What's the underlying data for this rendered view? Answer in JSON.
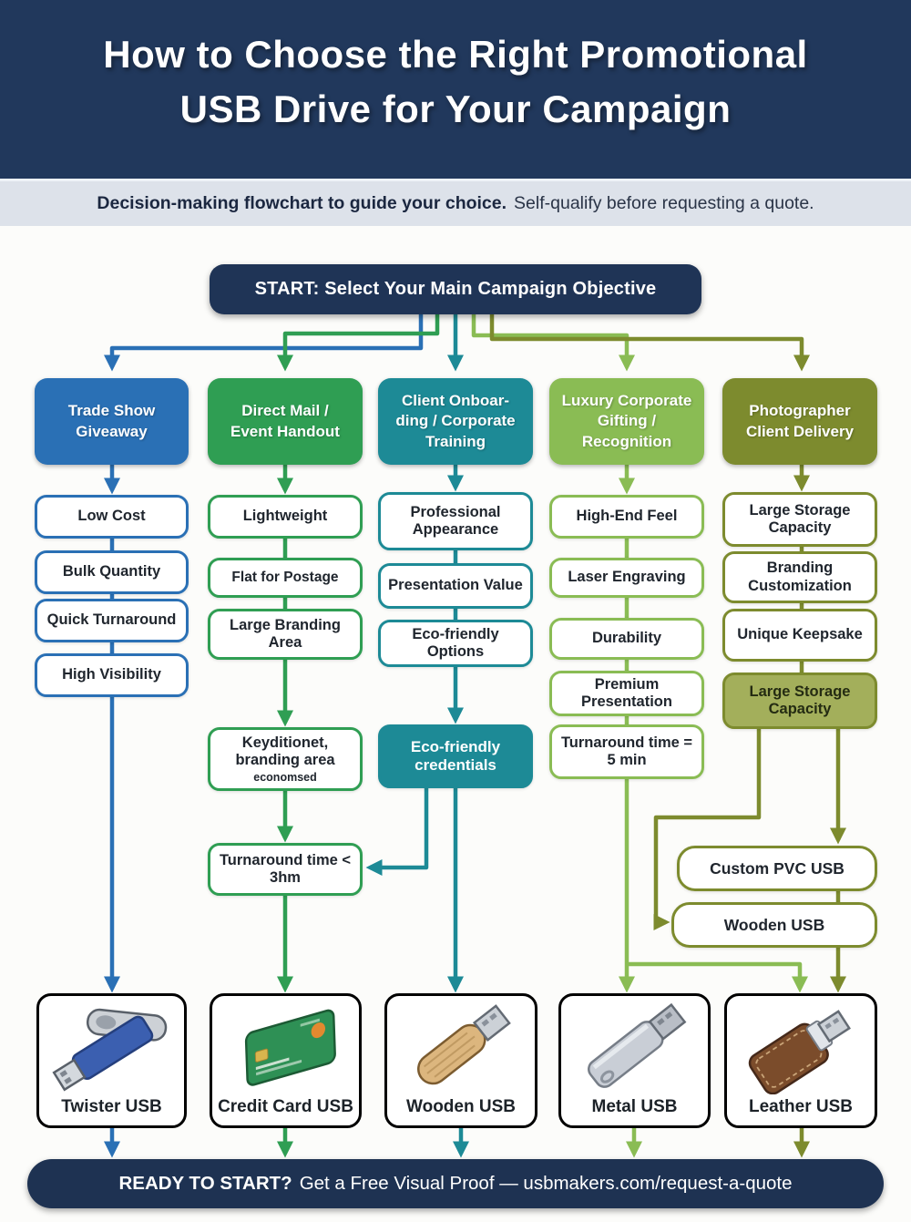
{
  "header": {
    "title_line1": "How to Choose the Right Promotional",
    "title_line2": "USB Drive for Your Campaign"
  },
  "subtitle": {
    "bold": "Decision-making flowchart to guide your choice.",
    "regular": "Self-qualify before requesting a quote."
  },
  "start": {
    "label": "START: Select Your Main Campaign Objective"
  },
  "colors": {
    "navy": "#21385c",
    "blue": "#2a70b5",
    "green": "#2f9e53",
    "teal": "#1d8a96",
    "light_green": "#8abc54",
    "olive": "#7d8b2e",
    "olive_fill": "#a3af5b"
  },
  "columns": [
    {
      "header_lines": [
        "Trade Show",
        "Giveaway"
      ],
      "color": "#2a70b5",
      "criteria": [
        "Low Cost",
        "Bulk Quantity",
        "Quick Turnaround",
        "High Visibility"
      ],
      "product": "Twister USB"
    },
    {
      "header_lines": [
        "Direct Mail /",
        "Event Handout"
      ],
      "color": "#2f9e53",
      "criteria": [
        "Lightweight",
        "Flat for Postage",
        "Large Branding Area"
      ],
      "decision": {
        "label": "Keyditionet, branding area",
        "sub": "economsed"
      },
      "decision2": {
        "label": "Turnaround time < 3hm"
      },
      "product": "Credit Card USB"
    },
    {
      "header_lines": [
        "Client Onboar-",
        "ding / Corporate",
        "Training"
      ],
      "color": "#1d8a96",
      "criteria": [
        "Professional Appearance",
        "Presentation Value",
        "Eco-friendly Options"
      ],
      "highlight": {
        "label": "Eco-friendly credentials"
      },
      "product": "Wooden USB"
    },
    {
      "header_lines": [
        "Luxury Corporate",
        "Gifting /",
        "Recognition"
      ],
      "color": "#8abc54",
      "criteria": [
        "High-End Feel",
        "Laser Engraving",
        "Durability",
        "Premium Presentation",
        "Turnaround time = 5 min"
      ],
      "product": "Metal USB"
    },
    {
      "header_lines": [
        "Photographer",
        "Client Delivery"
      ],
      "color": "#7d8b2e",
      "criteria": [
        "Large Storage Capacity",
        "Branding Customization",
        "Unique Keepsake"
      ],
      "highlight": {
        "label": "Large Storage Capacity"
      },
      "outputs": [
        "Custom PVC USB",
        "Wooden USB"
      ],
      "product": "Leather USB"
    }
  ],
  "footer": {
    "bold": "READY TO START?",
    "regular": "Get a Free Visual Proof — usbmakers.com/request-a-quote"
  }
}
